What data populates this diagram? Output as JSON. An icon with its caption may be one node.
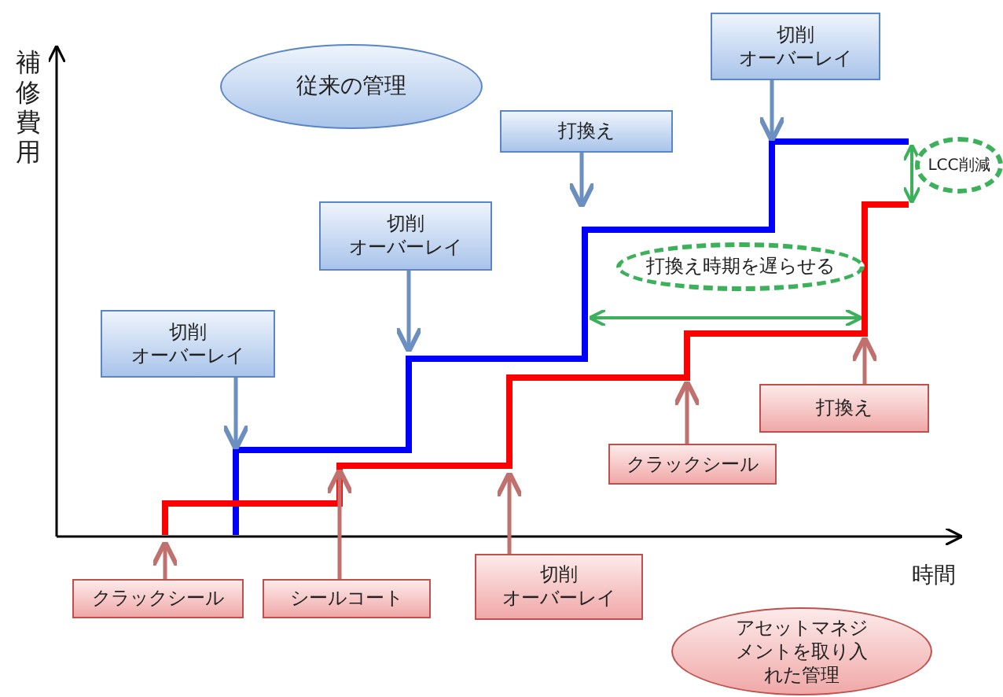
{
  "diagram": {
    "nodes": [
      {
        "text": [
          "従来の管理"
        ]
      },
      {
        "text": [
          "切削オーバーレイ"
        ]
      },
      {
        "text": [
          "切削オーバーレイ"
        ]
      },
      {
        "text": [
          "打換え"
        ]
      },
      {
        "text": [
          "切削オーバーレイ"
        ]
      },
      {
        "text": [
          "クラックシール"
        ]
      },
      {
        "text": [
          "シールコート"
        ]
      },
      {
        "text": [
          "切削オーバーレイ"
        ]
      },
      {
        "text": [
          "クラックシール"
        ]
      },
      {
        "text": [
          "打換え"
        ]
      },
      {
        "text": [
          "アセットマネジメントを取り入れた管理"
        ]
      },
      {
        "text": [
          "打換え時期を遅らせる"
        ]
      },
      {
        "text": [
          "LCC削減"
        ]
      }
    ],
    "edges": [
      {
        "from": 1,
        "to": null,
        "arrow": "to"
      },
      {
        "from": 2,
        "to": null,
        "arrow": "to"
      },
      {
        "from": 3,
        "to": null,
        "arrow": "to"
      },
      {
        "from": 4,
        "to": null,
        "arrow": "to"
      },
      {
        "from": 5,
        "to": null,
        "arrow": "to"
      },
      {
        "from": 6,
        "to": null,
        "arrow": "to"
      },
      {
        "from": 7,
        "to": null,
        "arrow": "to"
      },
      {
        "from": 8,
        "to": null,
        "arrow": "to"
      },
      {
        "from": 9,
        "to": null,
        "arrow": "to"
      }
    ],
    "labels": [
      "補修費用",
      "時間"
    ]
  }
}
